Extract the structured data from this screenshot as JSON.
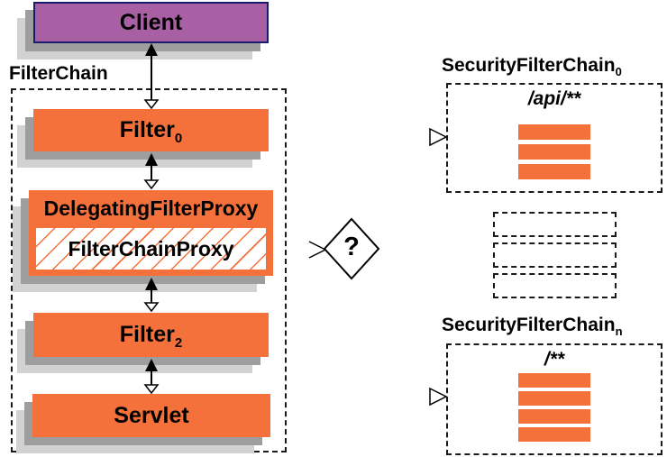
{
  "colors": {
    "orange": "#f4713c",
    "purple": "#a85fa3",
    "purple_border": "#1b1b6e",
    "shadow_near": "#9e9e9e",
    "shadow_far": "#d2d2d2",
    "line": "#000000"
  },
  "left": {
    "client": {
      "label": "Client"
    },
    "filterchain_label": "FilterChain",
    "boxes": {
      "filter0": {
        "label": "Filter",
        "subscript": "0"
      },
      "delegating_filter_proxy": {
        "label": "DelegatingFilterProxy"
      },
      "filter_chain_proxy": {
        "label": "FilterChainProxy"
      },
      "filter2": {
        "label": "Filter",
        "subscript": "2"
      },
      "servlet": {
        "label": "Servlet"
      }
    }
  },
  "decision": {
    "label": "?"
  },
  "right": {
    "chain0": {
      "title": "SecurityFilterChain",
      "subscript": "0",
      "path": "/api/**",
      "filter_count": 3
    },
    "ellipsis_count": 3,
    "chainN": {
      "title": "SecurityFilterChain",
      "subscript": "n",
      "path": "/**",
      "filter_count": 4
    }
  }
}
